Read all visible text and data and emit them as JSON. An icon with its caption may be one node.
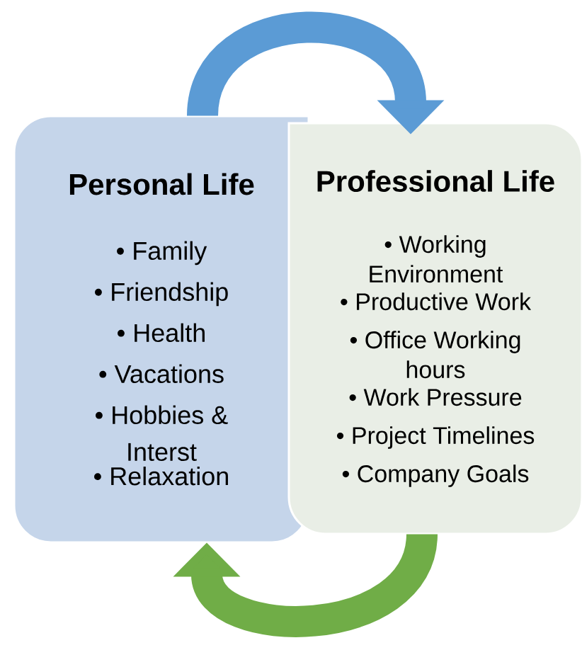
{
  "diagram": {
    "nodes": [
      {
        "text": [
          "Personal Life",
          "• Family",
          "• Friendship",
          "• Health",
          "• Vacations",
          "• Hobbies & Interst",
          "• Relaxation"
        ]
      },
      {
        "text": [
          "Professional Life",
          "• Working Environment",
          "• Productive Work",
          "• Office Working hours",
          "• Work Pressure",
          "• Project Timelines",
          "• Company Goals"
        ]
      }
    ],
    "edges": [
      {
        "from": 0,
        "to": 1,
        "arrow": "to",
        "color": "#5b9bd5"
      },
      {
        "from": 1,
        "to": 0,
        "arrow": "to",
        "color": "#70ad47"
      }
    ]
  }
}
